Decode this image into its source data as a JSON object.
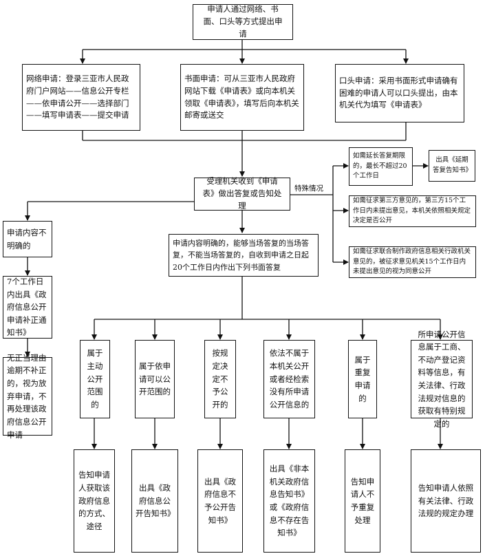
{
  "nodes": {
    "start": "申请人通过网络、书面、口头等方式提出申请",
    "online": "网络申请：登录三亚市人民政府门户网站——信息公开专栏——依申请公开——选择部门——填写申请表——提交申请",
    "written": "书面申请：可从三亚市人民政府网站下载《申请表》或向本机关领取《申请表》，填写后向本机关邮寄或送交",
    "oral": "口头申请：采用书面形式申请确有困难的申请人可以口头提出，由本机关代为填写《申请表》",
    "receive": "受理机关收到《申请表》做出答复或告知处理",
    "special_label": "特殊情况",
    "extend": "如需延长答复期限的，最长不超过20个工作日",
    "extend_notice": "出具《延期答复告知书》",
    "third_party": "如需征求第三方意见的，第三方15个工作日内未提出意见，本机关依照相关规定决定是否公开",
    "joint": "如需征求联合制作政府信息相关行政机关意见的，被征求意见机关15个工作日内未提出意见的视为同意公开",
    "unclear": "申请内容不明确的",
    "correction": "7个工作日内出具《政府信息公开申请补正通知书》",
    "abandon": "无正当理由逾期不补正的，视为放弃申请，不再处理该政府信息公开申请",
    "clear": "申请内容明确的，能够当场答复的当场答复，不能当场答复的，自收到申请之日起20个工作日内作出下列书面答复",
    "c1": "属于主动公开范围的",
    "c2": "属于依申请可以公开范围的",
    "c3": "按规定决定不予公开的",
    "c4": "依法不属于本机关公开或者经检索没有所申请公开信息的",
    "c5": "属于重复申请的",
    "c6": "所申请公开信息属于工商、不动产登记资料等信息，有关法律、行政法规对信息的获取有特别规定的",
    "r1": "告知申请人获取该政府信息的方式、途径",
    "r2": "出具《政府信息公开告知书》",
    "r3": "出具《政府信息不予公开告知书》",
    "r4": "出具《非本机关政府信息告知书》或《政府信息不存在告知书》",
    "r5": "告知申请人不予重复处理",
    "r6": "告知申请人依照有关法律、行政法规的规定办理"
  }
}
